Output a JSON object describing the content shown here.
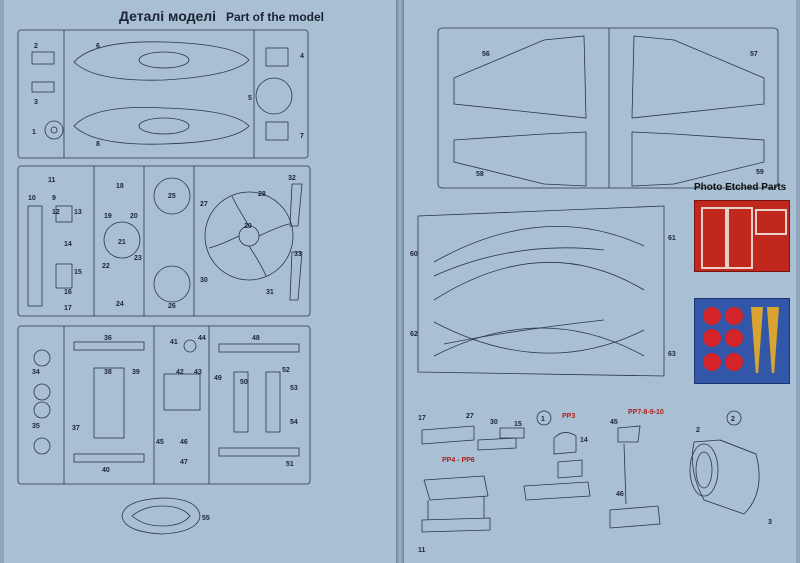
{
  "left_page": {
    "title_uk": "Деталі моделі",
    "title_en": "Part of the model",
    "sprue_a_numbers": [
      "1",
      "2",
      "3",
      "4",
      "5",
      "6",
      "7",
      "8"
    ],
    "sprue_b_numbers": [
      "9",
      "10",
      "11",
      "12",
      "13",
      "14",
      "15",
      "16",
      "17",
      "18",
      "19",
      "20",
      "21",
      "22",
      "23",
      "24",
      "25",
      "26",
      "27",
      "28",
      "29",
      "30",
      "31",
      "32",
      "33"
    ],
    "sprue_c_numbers": [
      "34",
      "35",
      "36",
      "37",
      "38",
      "39",
      "40",
      "41",
      "42",
      "43",
      "44",
      "45",
      "46",
      "47",
      "48",
      "49",
      "50",
      "51",
      "52",
      "53",
      "54"
    ],
    "canopy_number": "55"
  },
  "right_page": {
    "wing_numbers": [
      "56",
      "57",
      "58",
      "59"
    ],
    "frame_numbers": [
      "60",
      "61",
      "62",
      "63"
    ],
    "photo_etched_title": "Photo Etched Parts",
    "step1": {
      "number": "1",
      "part_numbers": [
        "17",
        "27",
        "30",
        "15",
        "14",
        "46",
        "11",
        "45"
      ],
      "pe_labels": [
        "PP3",
        "PP4 - PP6",
        "PP7-8-9-10"
      ]
    },
    "step2": {
      "number": "2",
      "part_numbers": [
        "2",
        "3"
      ]
    }
  },
  "colors": {
    "sheet": "#a9bfd3",
    "line": "#2a3545",
    "pe_red": "#c0281e",
    "pe_blue": "#3256a8",
    "pe_gold": "#d9a531"
  }
}
